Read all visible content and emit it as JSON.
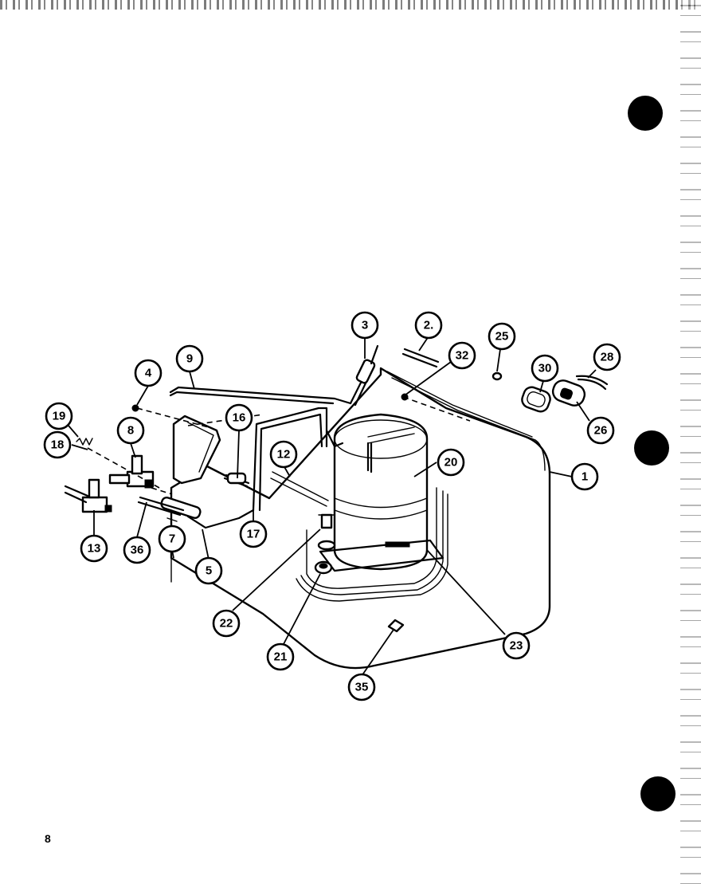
{
  "page_number": "8",
  "callouts": [
    {
      "id": "c1",
      "label": "1"
    },
    {
      "id": "c2",
      "label": "2."
    },
    {
      "id": "c3",
      "label": "3"
    },
    {
      "id": "c4",
      "label": "4"
    },
    {
      "id": "c5",
      "label": "5"
    },
    {
      "id": "c7",
      "label": "7"
    },
    {
      "id": "c8",
      "label": "8"
    },
    {
      "id": "c9",
      "label": "9"
    },
    {
      "id": "c12",
      "label": "12"
    },
    {
      "id": "c13",
      "label": "13"
    },
    {
      "id": "c16",
      "label": "16"
    },
    {
      "id": "c17",
      "label": "17"
    },
    {
      "id": "c18",
      "label": "18"
    },
    {
      "id": "c19",
      "label": "19"
    },
    {
      "id": "c20",
      "label": "20"
    },
    {
      "id": "c21",
      "label": "21"
    },
    {
      "id": "c22",
      "label": "22"
    },
    {
      "id": "c23",
      "label": "23"
    },
    {
      "id": "c25",
      "label": "25"
    },
    {
      "id": "c26",
      "label": "26"
    },
    {
      "id": "c28",
      "label": "28"
    },
    {
      "id": "c30",
      "label": "30"
    },
    {
      "id": "c32",
      "label": "32"
    },
    {
      "id": "c35",
      "label": "35"
    },
    {
      "id": "c36",
      "label": "36"
    }
  ]
}
